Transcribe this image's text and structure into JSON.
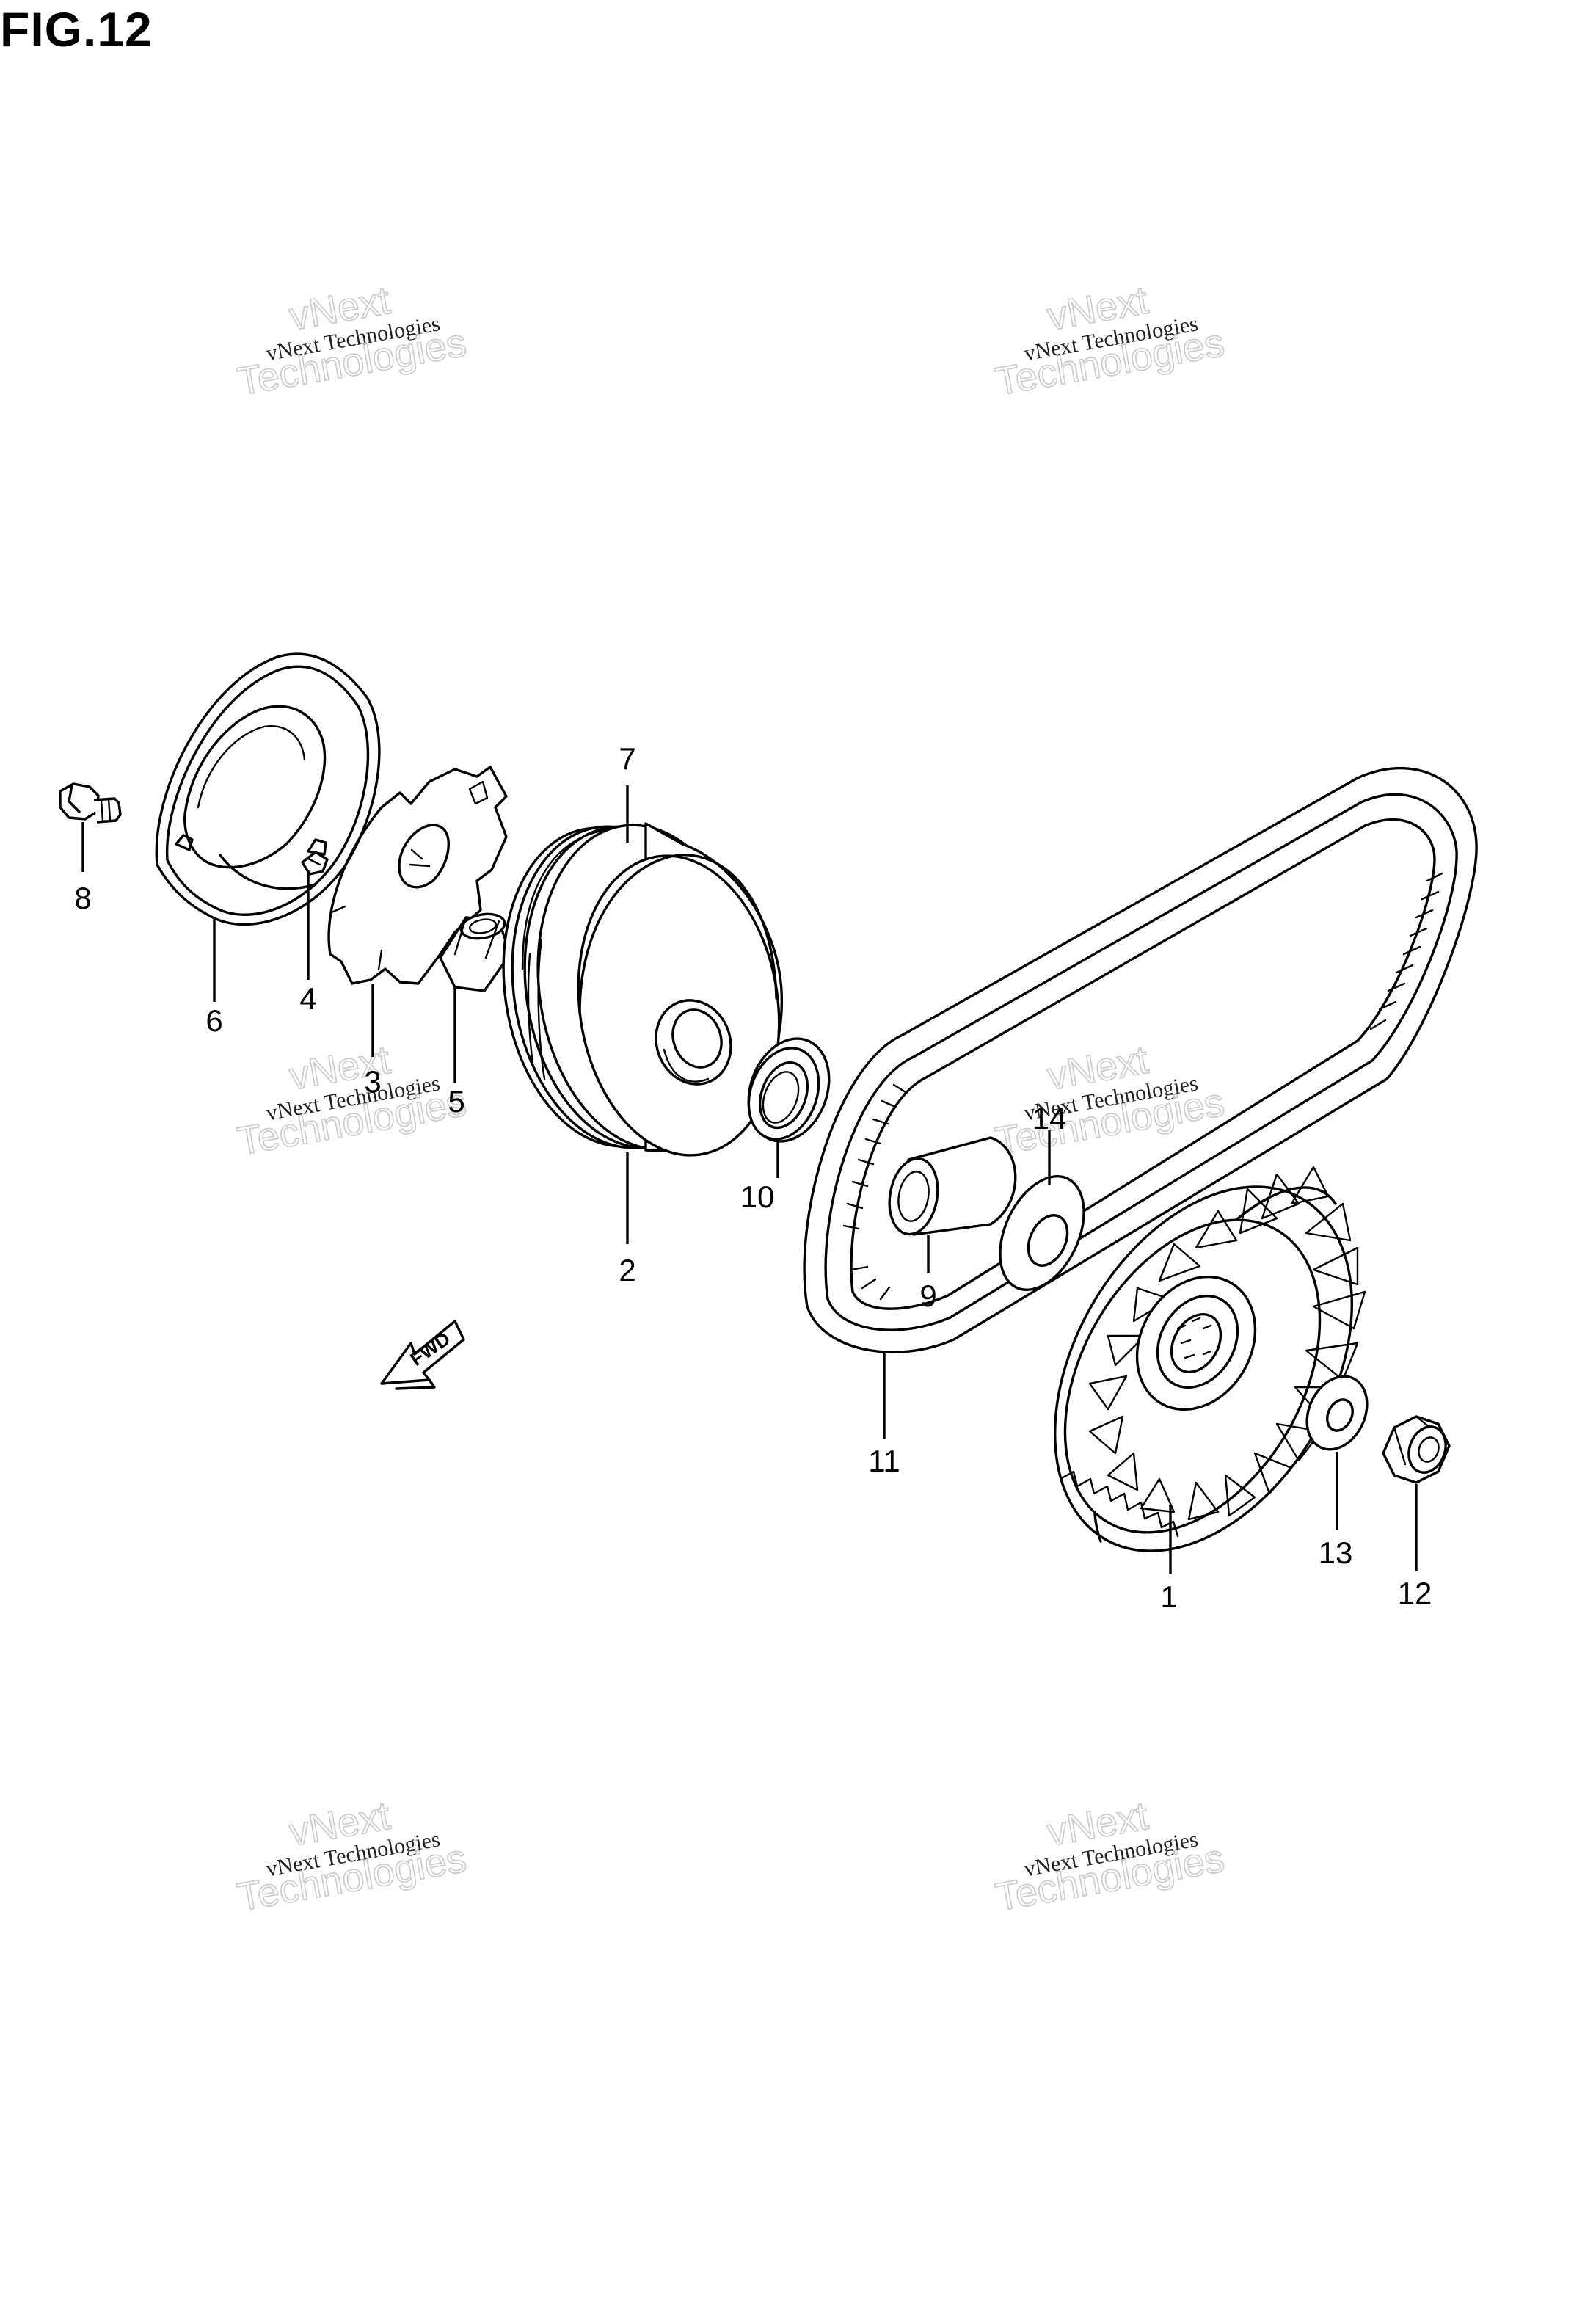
{
  "figure": {
    "title": "FIG.12"
  },
  "watermark": {
    "line_small": "vNext Technologies",
    "line_top": "vNext",
    "line_bottom": "Technologies"
  },
  "direction_arrow": {
    "label": "FWD"
  },
  "callouts": [
    "1",
    "2",
    "3",
    "4",
    "5",
    "6",
    "7",
    "8",
    "9",
    "10",
    "11",
    "12",
    "13",
    "14"
  ]
}
